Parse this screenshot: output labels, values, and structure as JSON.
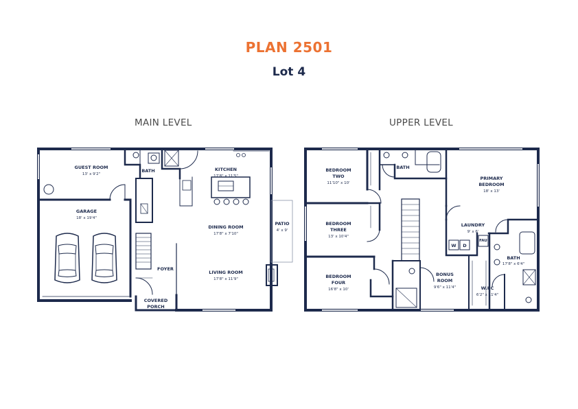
{
  "header": {
    "title": "PLAN 2501",
    "subtitle": "Lot 4"
  },
  "levels": {
    "main": {
      "label": "MAIN LEVEL",
      "rooms": {
        "guest": {
          "name": "GUEST ROOM",
          "dims": "13' x 9'2\""
        },
        "bath": {
          "name": "BATH"
        },
        "kitchen": {
          "name": "KITCHEN",
          "dims": "17'8\" x 11'5\""
        },
        "garage": {
          "name": "GARAGE",
          "dims": "18' x 19'4\""
        },
        "dining": {
          "name": "DINING ROOM",
          "dims": "17'8\" x 7'10\""
        },
        "patio": {
          "name": "PATIO",
          "dims": "4' x 9'"
        },
        "foyer": {
          "name": "FOYER"
        },
        "living": {
          "name": "LIVING ROOM",
          "dims": "17'8\" x 11'9\""
        },
        "porch_line1": "COVERED",
        "porch_line2": "PORCH"
      }
    },
    "upper": {
      "label": "UPPER LEVEL",
      "rooms": {
        "bed2_line1": "BEDROOM",
        "bed2_line2": "TWO",
        "bed2_dims": "11'10\" x 10'",
        "bath": {
          "name": "BATH"
        },
        "primary_line1": "PRIMARY",
        "primary_line2": "BEDROOM",
        "primary_dims": "18' x 13'",
        "bed3_line1": "BEDROOM",
        "bed3_line2": "THREE",
        "bed3_dims": "13' x 10'4\"",
        "laundry": {
          "name": "LAUNDRY",
          "dims": "9' x 6'"
        },
        "washer": "W",
        "dryer": "D",
        "fau": "FAU",
        "pbath": {
          "name": "BATH",
          "dims": "17'8\" x 6'4\""
        },
        "bed4_line1": "BEDROOM",
        "bed4_line2": "FOUR",
        "bed4_dims": "16'8\" x 10'",
        "bonus_line1": "BONUS",
        "bonus_line2": "ROOM",
        "bonus_dims": "9'6\" x 11'4\"",
        "wic": {
          "name": "W.I.C",
          "dims": "6'2\" x 11'4\""
        }
      }
    }
  }
}
